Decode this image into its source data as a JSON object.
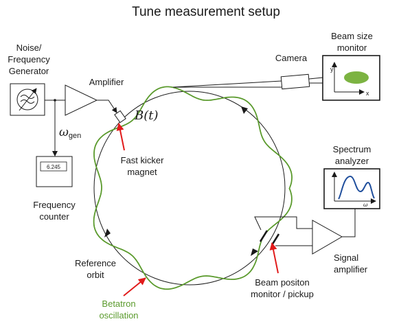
{
  "title": "Tune measurement setup",
  "labels": {
    "generator": [
      "Noise/",
      "Frequency",
      "Generator"
    ],
    "amplifier": "Amplifier",
    "omega_symbol": "ω",
    "omega_sub": "gen",
    "counter_value": "6.245",
    "frequency_counter": [
      "Frequency",
      "counter"
    ],
    "field": "B(t)",
    "kicker": [
      "Fast kicker",
      "magnet"
    ],
    "camera": "Camera",
    "beam_size_monitor": [
      "Beam size",
      "monitor"
    ],
    "monitor_axis_y": "y",
    "monitor_axis_x": "x",
    "spectrum_analyzer": [
      "Spectrum",
      "analyzer"
    ],
    "spectrum_axis": "ω",
    "signal_amplifier": [
      "Signal",
      "amplifier"
    ],
    "reference_orbit": [
      "Reference",
      "orbit"
    ],
    "betatron": [
      "Betatron",
      "oscillation"
    ],
    "bpm": [
      "Beam positon",
      "monitor / pickup"
    ]
  },
  "colors": {
    "betatron_trace": "#5a9a2c",
    "beam_spot": "#7cb342",
    "spectrum_trace": "#1f4e9c",
    "pointer_arrows": "#e11b1b",
    "wires": "#1a1a1a"
  }
}
